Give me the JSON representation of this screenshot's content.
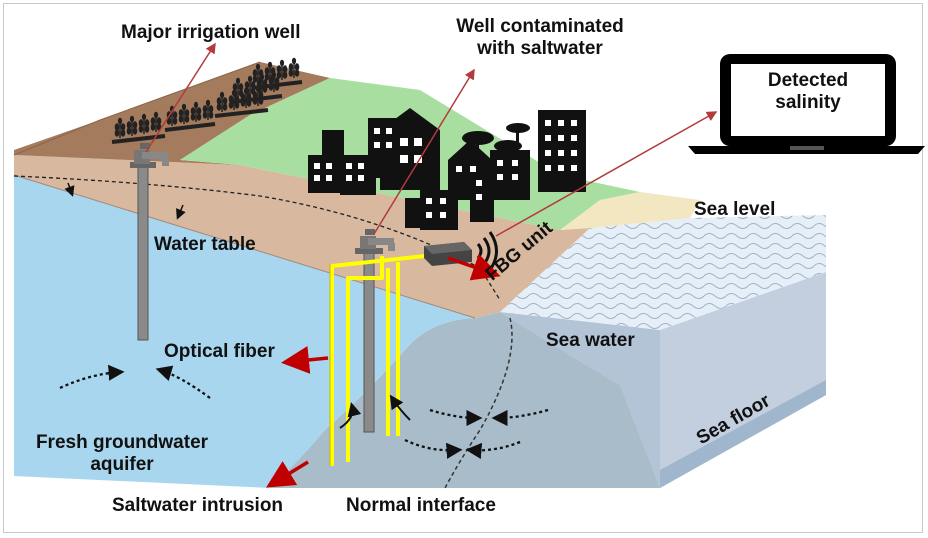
{
  "labels": {
    "major_irrigation_well": "Major irrigation well",
    "well_contaminated_line1": "Well contaminated",
    "well_contaminated_line2": "with saltwater",
    "detected_salinity_line1": "Detected",
    "detected_salinity_line2": "salinity",
    "sea_level": "Sea level",
    "water_table": "Water table",
    "fbg_unit": "FBG unit",
    "sea_water": "Sea water",
    "optical_fiber": "Optical fiber",
    "sea_floor": "Sea floor",
    "fresh_groundwater_line1": "Fresh groundwater",
    "fresh_groundwater_line2": "aquifer",
    "saltwater_intrusion": "Saltwater intrusion",
    "normal_interface": "Normal interface"
  },
  "colors": {
    "fresh_water": "#a9d6ef",
    "saltwater_wedge": "#a8bcc9",
    "sea_block_front": "#b3c4d6",
    "sea_block_side": "#c3cfdf",
    "sea_surface": "#e6eef7",
    "sand_layer": "#d8b9a0",
    "farm_soil": "#a47b5d",
    "grass": "#a8dfa0",
    "beach": "#f3e7c2",
    "optical_fiber": "#ffff00",
    "arrow_red": "#c00000",
    "pointer_line": "#b23b3b",
    "buildings": "#111111"
  },
  "icons": {
    "well_pump": "pump-faucet-icon",
    "crops": "crop-plant-icon",
    "buildings": "city-buildings-icon",
    "trees": "tree-icon",
    "fbg_unit": "fbg-box-icon",
    "wireless": "wireless-signal-icon",
    "laptop": "laptop-icon"
  }
}
